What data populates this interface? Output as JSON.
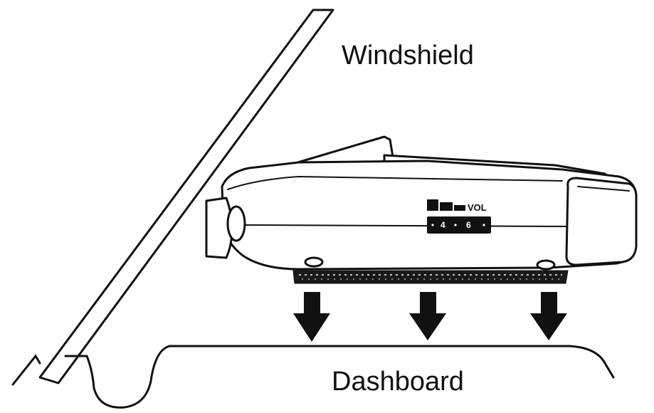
{
  "labels": {
    "windshield": "Windshield",
    "dashboard": "Dashboard"
  },
  "device": {
    "volume_label": "VOL",
    "volume_scale": [
      "4",
      "6"
    ]
  },
  "arrows": {
    "count": 3,
    "direction": "down"
  },
  "colors": {
    "ink": "#111111",
    "background": "#ffffff"
  }
}
